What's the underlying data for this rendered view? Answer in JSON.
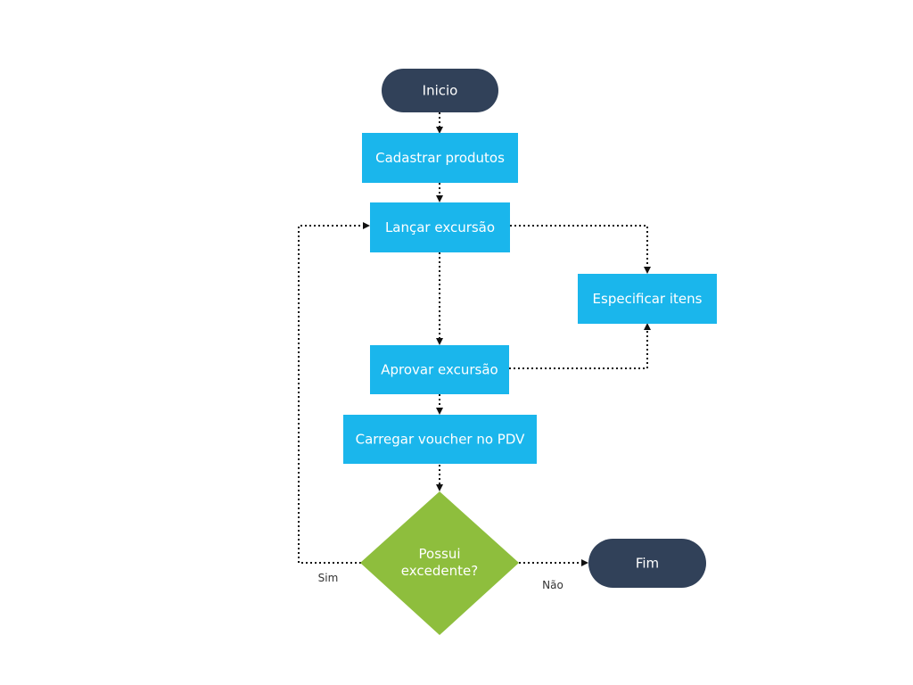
{
  "colors": {
    "terminal": "#314159",
    "process": "#1ab6ec",
    "decision": "#8ebe3d",
    "connector": "#111111",
    "label": "#333333"
  },
  "nodes": {
    "start": {
      "label": "Inicio"
    },
    "cadastrar": {
      "label": "Cadastrar produtos"
    },
    "lancar": {
      "label": "Lançar excursão"
    },
    "especificar": {
      "label": "Especificar itens"
    },
    "aprovar": {
      "label": "Aprovar excursão"
    },
    "carregar": {
      "label": "Carregar voucher no PDV"
    },
    "decision": {
      "label_line1": "Possui",
      "label_line2": "excedente?"
    },
    "end": {
      "label": "Fim"
    }
  },
  "edge_labels": {
    "yes": "Sim",
    "no": "Não"
  }
}
